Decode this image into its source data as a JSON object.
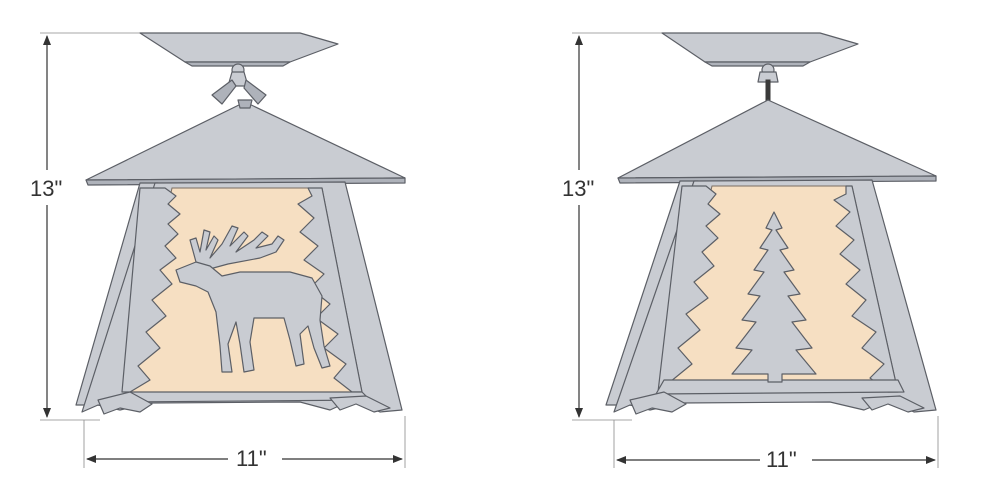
{
  "fixtures": [
    {
      "motif": "elk",
      "height_label": "13\"",
      "width_label": "11\""
    },
    {
      "motif": "tree",
      "height_label": "13\"",
      "width_label": "11\""
    }
  ],
  "colors": {
    "metal": "#c9ccd2",
    "outline": "#5c5f66",
    "mica_glow": "#f6dfc2",
    "dimension_ink": "#333333"
  }
}
